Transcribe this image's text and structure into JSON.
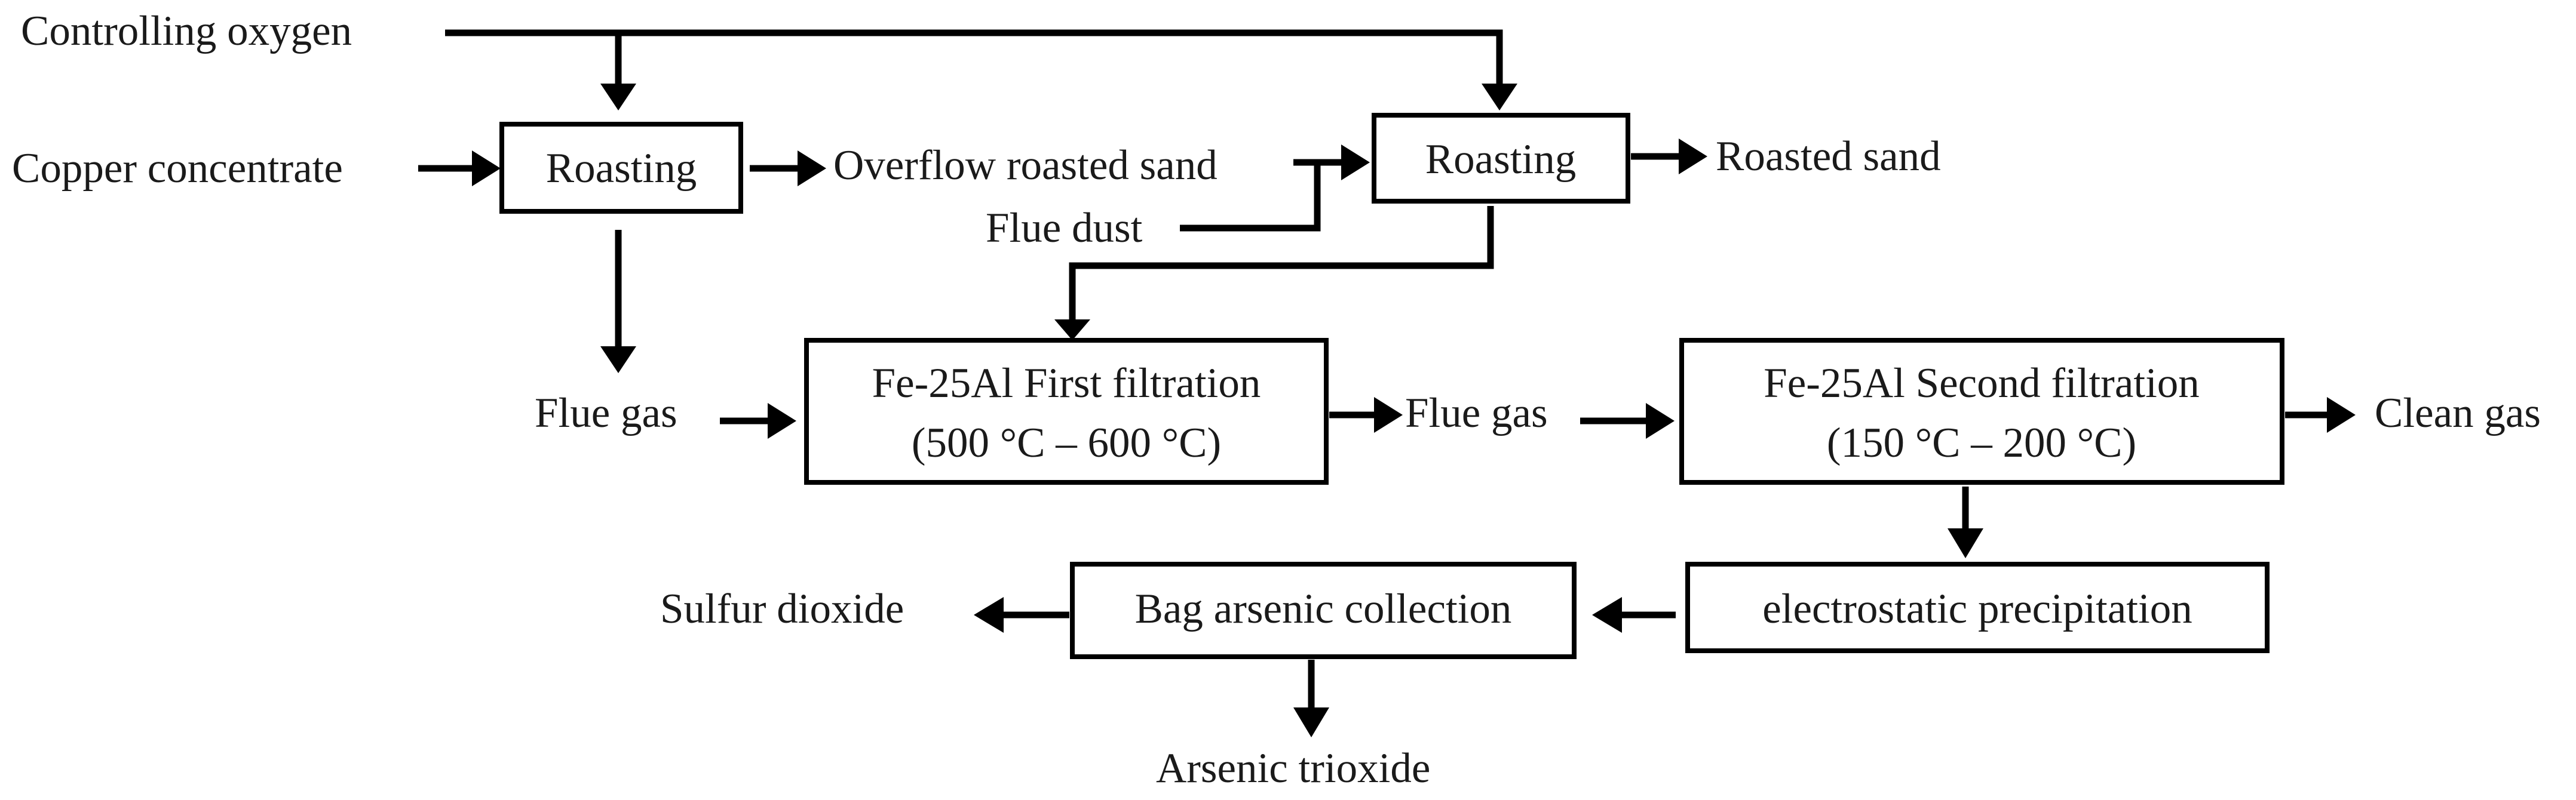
{
  "labels": {
    "controlling_oxygen": "Controlling oxygen",
    "copper_concentrate": "Copper concentrate",
    "overflow_roasted_sand": "Overflow roasted sand",
    "flue_dust": "Flue dust",
    "roasted_sand": "Roasted sand",
    "flue_gas_left": "Flue gas",
    "flue_gas_middle": "Flue gas",
    "clean_gas": "Clean gas",
    "sulfur_dioxide": "Sulfur dioxide",
    "arsenic_trioxide": "Arsenic trioxide"
  },
  "boxes": {
    "roasting_1": "Roasting",
    "roasting_2": "Roasting",
    "first_filtration_line1": "Fe-25Al First filtration",
    "first_filtration_line2": "(500 °C – 600 °C)",
    "second_filtration_line1": "Fe-25Al Second filtration",
    "second_filtration_line2": "(150 °C – 200 °C)",
    "electrostatic": "electrostatic precipitation",
    "bag": "Bag arsenic collection"
  }
}
